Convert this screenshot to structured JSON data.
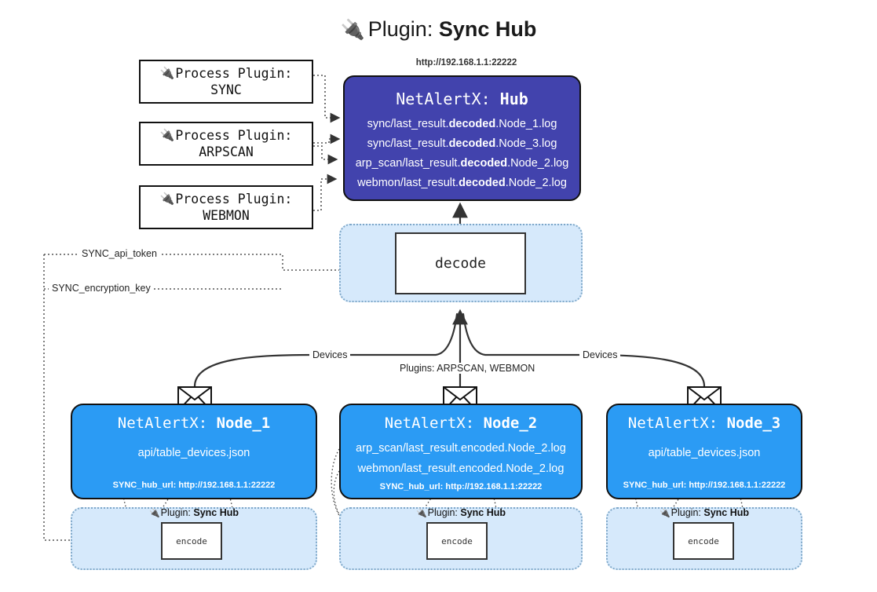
{
  "title": {
    "icon": "plug-icon",
    "prefix": "Plugin:",
    "name": "Sync Hub"
  },
  "process_plugins": [
    {
      "label": "Process Plugin:",
      "name": "SYNC",
      "icon": "plug-icon"
    },
    {
      "label": "Process Plugin:",
      "name": "ARPSCAN",
      "icon": "plug-icon"
    },
    {
      "label": "Process Plugin:",
      "name": "WEBMON",
      "icon": "plug-icon"
    }
  ],
  "hub": {
    "url": "http://192.168.1.1:22222",
    "title_prefix": "NetAlertX:",
    "title_name": "Hub",
    "lines": [
      {
        "pre": "sync/last_result.",
        "bold": "decoded",
        "post": ".Node_1.log"
      },
      {
        "pre": "sync/last_result.",
        "bold": "decoded",
        "post": ".Node_3.log"
      },
      {
        "pre": "arp_scan/last_result.",
        "bold": "decoded",
        "post": ".Node_2.log"
      },
      {
        "pre": "webmon/last_result.",
        "bold": "decoded",
        "post": ".Node_2.log"
      }
    ]
  },
  "decode": {
    "label": "decode"
  },
  "settings": [
    {
      "label": "SYNC_api_token"
    },
    {
      "label": "SYNC_encryption_key"
    }
  ],
  "edge_labels": {
    "devices_left": "Devices",
    "devices_right": "Devices",
    "plugins_center": "Plugins: ARPSCAN, WEBMON"
  },
  "nodes": [
    {
      "title_prefix": "NetAlertX:",
      "title_name": "Node_1",
      "lines": [
        "api/table_devices.json"
      ],
      "hub_url": "SYNC_hub_url: http://192.168.1.1:22222",
      "mail_icon": "envelope-icon"
    },
    {
      "title_prefix": "NetAlertX:",
      "title_name": "Node_2",
      "lines": [
        "arp_scan/last_result.encoded.Node_2.log",
        "webmon/last_result.encoded.Node_2.log"
      ],
      "hub_url": "SYNC_hub_url: http://192.168.1.1:22222",
      "mail_icon": "envelope-icon"
    },
    {
      "title_prefix": "NetAlertX:",
      "title_name": "Node_3",
      "lines": [
        "api/table_devices.json"
      ],
      "hub_url": "SYNC_hub_url: http://192.168.1.1:22222",
      "mail_icon": "envelope-icon"
    }
  ],
  "strips": [
    {
      "icon": "plug-icon",
      "prefix": "Plugin:",
      "name": "Sync Hub",
      "encode": "encode"
    },
    {
      "icon": "plug-icon",
      "prefix": "Plugin:",
      "name": "Sync Hub",
      "encode": "encode"
    },
    {
      "icon": "plug-icon",
      "prefix": "Plugin:",
      "name": "Sync Hub",
      "encode": "encode"
    }
  ],
  "colors": {
    "hub_fill": "#4243ad",
    "node_fill": "#2b9bf4",
    "container_fill": "#d6e9fb",
    "container_border": "#7fa8c9",
    "stroke": "#111111"
  }
}
